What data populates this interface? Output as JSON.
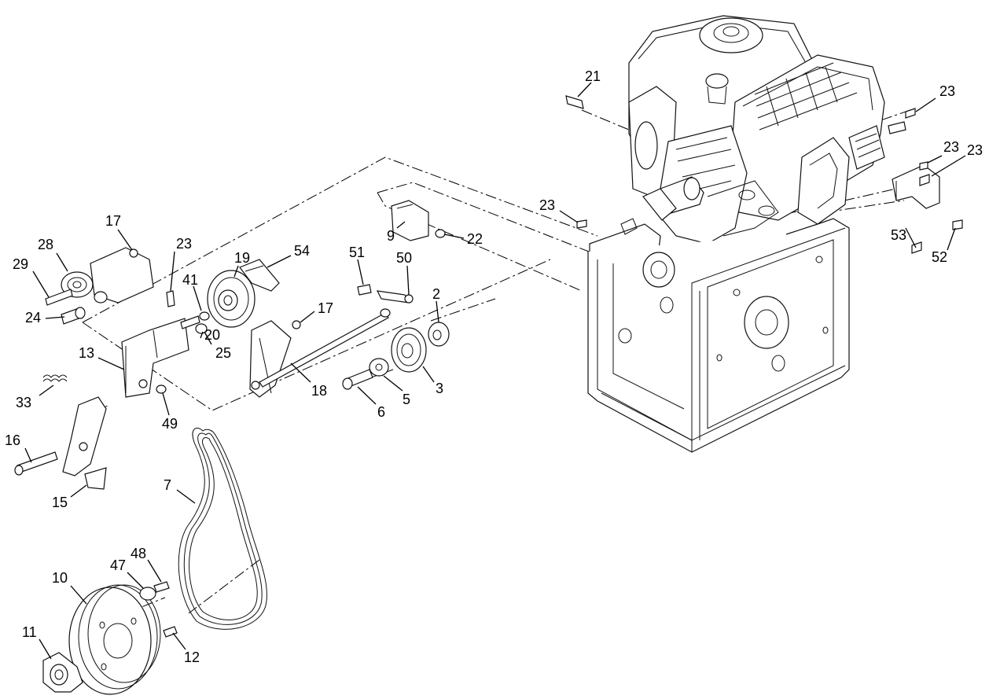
{
  "callouts": [
    {
      "id": "c21",
      "label": "21"
    },
    {
      "id": "c23a",
      "label": "23"
    },
    {
      "id": "c23b",
      "label": "23"
    },
    {
      "id": "c23c",
      "label": "23"
    },
    {
      "id": "c23d",
      "label": "23"
    },
    {
      "id": "c53",
      "label": "53"
    },
    {
      "id": "c52",
      "label": "52"
    },
    {
      "id": "c9",
      "label": "9"
    },
    {
      "id": "c22",
      "label": "22"
    },
    {
      "id": "c17a",
      "label": "17"
    },
    {
      "id": "c28",
      "label": "28"
    },
    {
      "id": "c29",
      "label": "29"
    },
    {
      "id": "c24",
      "label": "24"
    },
    {
      "id": "c23e",
      "label": "23"
    },
    {
      "id": "c41",
      "label": "41"
    },
    {
      "id": "c19",
      "label": "19"
    },
    {
      "id": "c54",
      "label": "54"
    },
    {
      "id": "c20",
      "label": "20"
    },
    {
      "id": "c25",
      "label": "25"
    },
    {
      "id": "c51",
      "label": "51"
    },
    {
      "id": "c50",
      "label": "50"
    },
    {
      "id": "c2",
      "label": "2"
    },
    {
      "id": "c17b",
      "label": "17"
    },
    {
      "id": "c13",
      "label": "13"
    },
    {
      "id": "c18",
      "label": "18"
    },
    {
      "id": "c3",
      "label": "3"
    },
    {
      "id": "c5",
      "label": "5"
    },
    {
      "id": "c6",
      "label": "6"
    },
    {
      "id": "c33",
      "label": "33"
    },
    {
      "id": "c49",
      "label": "49"
    },
    {
      "id": "c16",
      "label": "16"
    },
    {
      "id": "c15",
      "label": "15"
    },
    {
      "id": "c7",
      "label": "7"
    },
    {
      "id": "c47",
      "label": "47"
    },
    {
      "id": "c48",
      "label": "48"
    },
    {
      "id": "c10",
      "label": "10"
    },
    {
      "id": "c11",
      "label": "11"
    },
    {
      "id": "c12",
      "label": "12"
    }
  ]
}
